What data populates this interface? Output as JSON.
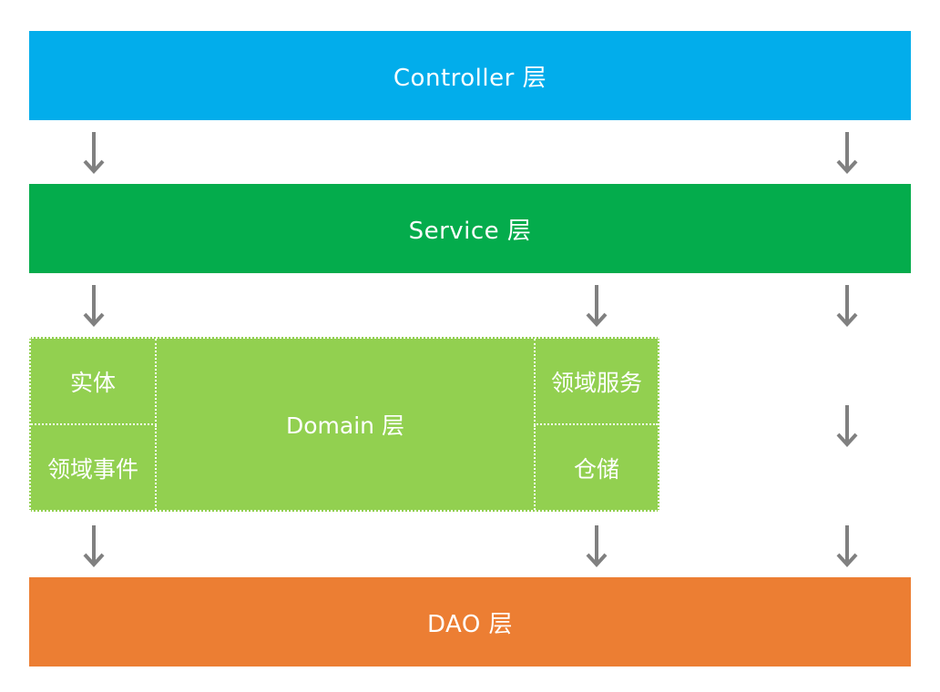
{
  "layers": {
    "controller": "Controller 层",
    "service": "Service 层",
    "domain": "Domain 层",
    "dao": "DAO 层"
  },
  "domain_parts": {
    "entity": "实体",
    "domain_event": "领域事件",
    "domain_service": "领域服务",
    "repository": "仓储"
  },
  "colors": {
    "controller": "#02adeb",
    "service": "#04ac4c",
    "domain": "#92d050",
    "dao": "#ec7e33",
    "arrow": "#808080"
  },
  "icons": {
    "arrow": "arrow-down-icon"
  }
}
